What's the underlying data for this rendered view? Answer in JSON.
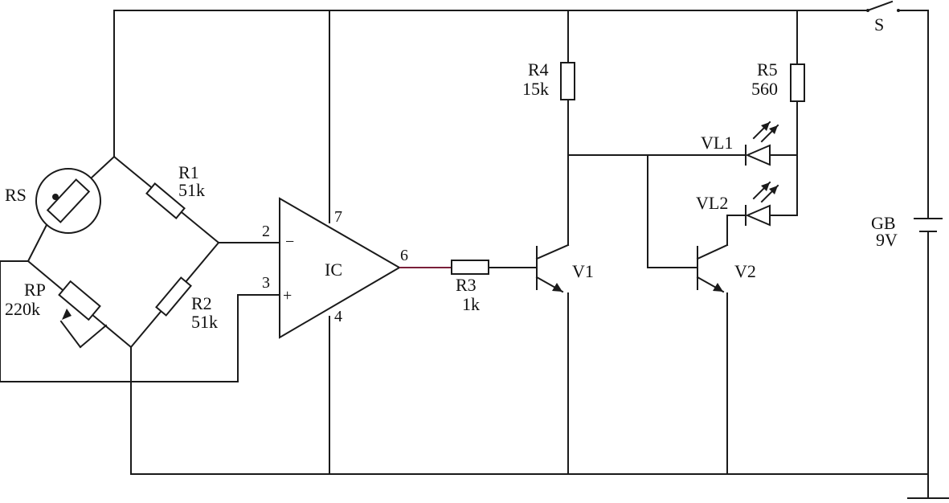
{
  "labels": {
    "s": "S",
    "r4_name": "R4",
    "r4_value": "15k",
    "r5_name": "R5",
    "r5_value": "560",
    "vl1": "VL1",
    "vl2": "VL2",
    "rs": "RS",
    "r1_name": "R1",
    "r1_value": "51k",
    "r2_name": "R2",
    "r2_value": "51k",
    "rp_name": "RP",
    "rp_value": "220k",
    "ic": "IC",
    "pin2": "2",
    "pin3": "3",
    "pin4": "4",
    "pin6": "6",
    "pin7": "7",
    "minus": "−",
    "plus": "+",
    "r3_name": "R3",
    "r3_value": "1k",
    "v1": "V1",
    "v2": "V2",
    "gb_name": "GB",
    "gb_value": "9V"
  }
}
